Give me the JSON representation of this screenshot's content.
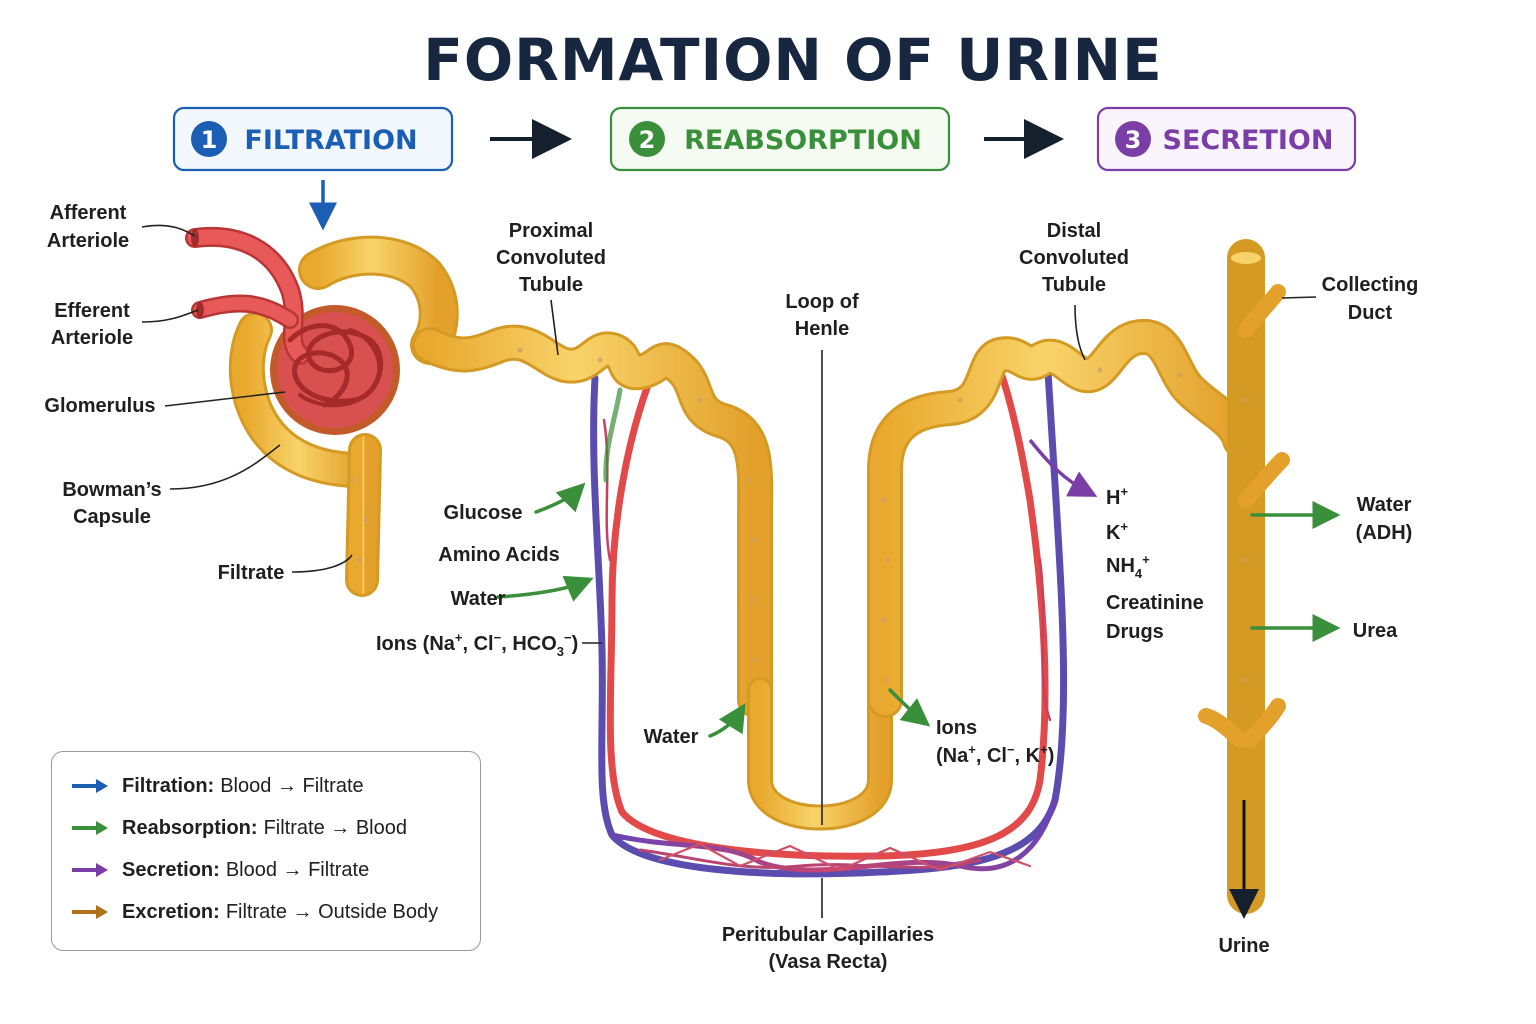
{
  "title": "FORMATION OF URINE",
  "steps": [
    {
      "number": "1",
      "label": "FILTRATION",
      "color": "#1a5fb4"
    },
    {
      "number": "2",
      "label": "REABSORPTION",
      "color": "#3a8f3a"
    },
    {
      "number": "3",
      "label": "SECRETION",
      "color": "#7b3ea6"
    }
  ],
  "labels": {
    "afferent": [
      "Afferent",
      "Arteriole"
    ],
    "efferent": [
      "Efferent",
      "Arteriole"
    ],
    "glomerulus": "Glomerulus",
    "bowmans": [
      "Bowman’s",
      "Capsule"
    ],
    "filtrate": "Filtrate",
    "pct": [
      "Proximal",
      "Convoluted",
      "Tubule"
    ],
    "loop": [
      "Loop of",
      "Henle"
    ],
    "dct": [
      "Distal",
      "Convoluted",
      "Tubule"
    ],
    "collecting": [
      "Collecting",
      "Duct"
    ],
    "peritubular": [
      "Peritubular Capillaries",
      "(Vasa Recta)"
    ],
    "urine": "Urine"
  },
  "reabsorbed": {
    "glucose": "Glucose",
    "amino": "Amino Acids",
    "water": "Water",
    "ions": {
      "base": "Ions (Na",
      "sup1": "+",
      "cl": ", Cl",
      "sup2": "−",
      "hco": ", HCO",
      "sub3": "3",
      "sup3": "−",
      "end": ")"
    },
    "loop_water": "Water",
    "loop_ions": {
      "line1": "Ions",
      "line2_a": "(Na",
      "sup1": "+",
      "line2_b": ", Cl",
      "sup2": "−",
      "line2_c": ", K",
      "sup3": "+",
      "line2_d": ")"
    }
  },
  "secreted": {
    "h": {
      "base": "H",
      "sup": "+"
    },
    "k": {
      "base": "K",
      "sup": "+"
    },
    "nh4": {
      "base": "NH",
      "sub": "4",
      "sup": "+"
    },
    "creatinine": "Creatinine",
    "drugs": "Drugs"
  },
  "duct_outputs": {
    "water": [
      "Water",
      "(ADH)"
    ],
    "urea": "Urea"
  },
  "legend": [
    {
      "key": "Filtration:",
      "from": "Blood",
      "to": "Filtrate",
      "color": "#1a5fb4"
    },
    {
      "key": "Reabsorption:",
      "from": "Filtrate",
      "to": "Blood",
      "color": "#3a8f3a"
    },
    {
      "key": "Secretion:",
      "from": "Blood",
      "to": "Filtrate",
      "color": "#7b3ea6"
    },
    {
      "key": "Excretion:",
      "from": "Filtrate",
      "to": "Outside Body",
      "color": "#b0701c"
    }
  ],
  "legend_arrow": "→",
  "colors": {
    "tubule": "#f2c14e",
    "tubule_edge": "#d49a23",
    "artery": "#e24a4a",
    "vein": "#5b4db0",
    "capsule_inner": "#b8401e"
  }
}
